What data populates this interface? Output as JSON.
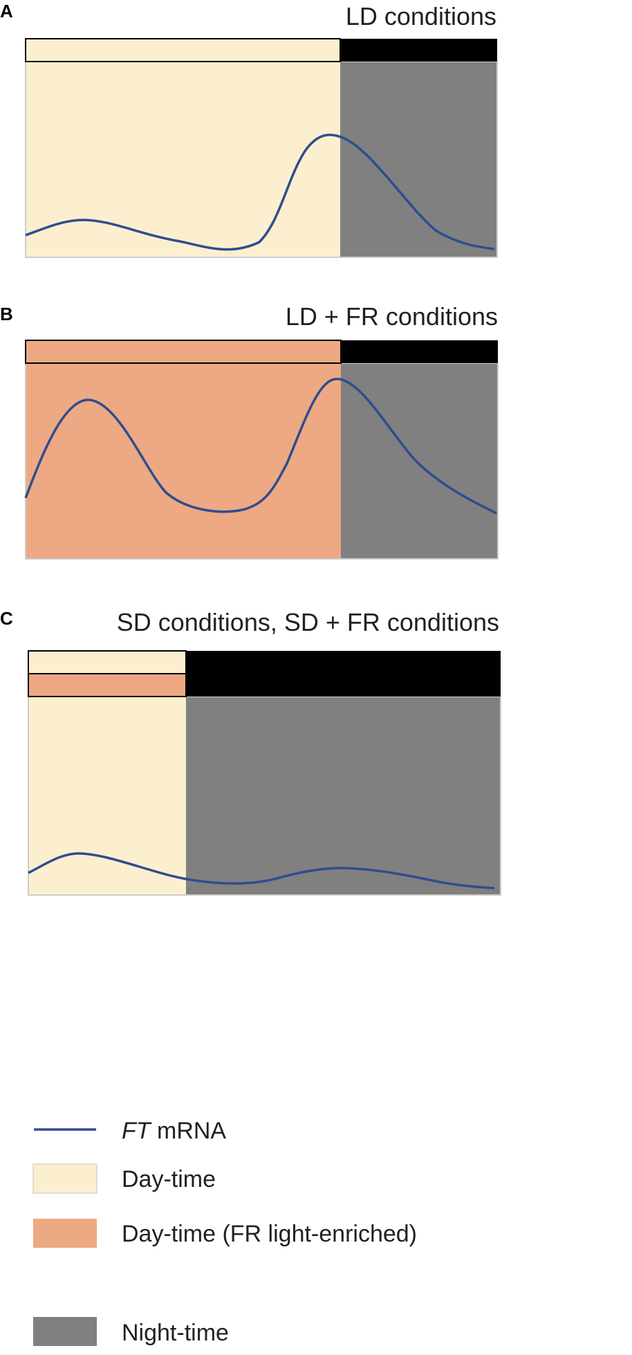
{
  "colors": {
    "daytime": "#fbefcf",
    "daytime_fr": "#eda983",
    "night_bar": "#000000",
    "night_fill": "#808080",
    "curve": "#2e4d8f",
    "frame": "#cccccc",
    "text": "#231f20"
  },
  "panels": [
    {
      "letter": "A",
      "title": "LD conditions"
    },
    {
      "letter": "B",
      "title": "LD + FR conditions"
    },
    {
      "letter": "C",
      "title": "SD conditions, SD + FR conditions"
    }
  ],
  "legend": {
    "ft_italic": "FT",
    "ft_rest": " mRNA",
    "daytime": "Day-time",
    "daytime_fr": "Day-time (FR light-enriched)",
    "night": "Night-time"
  }
}
